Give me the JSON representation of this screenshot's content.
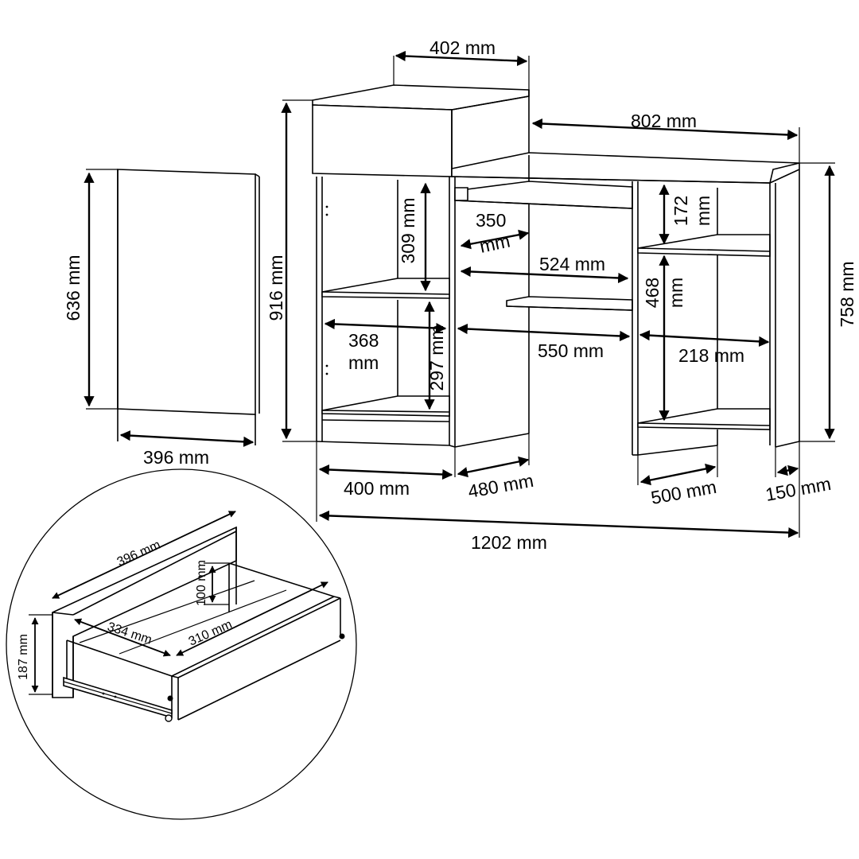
{
  "desk": {
    "top_width": "402 mm",
    "desk_width": "802 mm",
    "total_height": "916 mm",
    "desk_height": "758 mm",
    "shelf_upper_height_num": "309 mm",
    "shelf_lower_height": "297 mm",
    "keyboard_depth_a": "350",
    "keyboard_depth_b": "mm",
    "keyboard_width": "524 mm",
    "shelf_width_a": "368",
    "shelf_width_b": "mm",
    "desk_inner_width": "550 mm",
    "right_shelf_width": "218 mm",
    "right_top_height_a": "172",
    "right_top_height_b": "mm",
    "right_mid_height_a": "468",
    "right_mid_height_b": "mm",
    "left_base_width": "400 mm",
    "desk_depth": "480 mm",
    "right_depth": "500 mm",
    "leg_width": "150 mm",
    "overall_width": "1202 mm"
  },
  "panel": {
    "height": "636 mm",
    "width": "396 mm"
  },
  "drawer": {
    "width": "396 mm",
    "height": "100 mm",
    "front_height": "187 mm",
    "inner_length": "334 mm",
    "inner_depth": "310 mm"
  }
}
